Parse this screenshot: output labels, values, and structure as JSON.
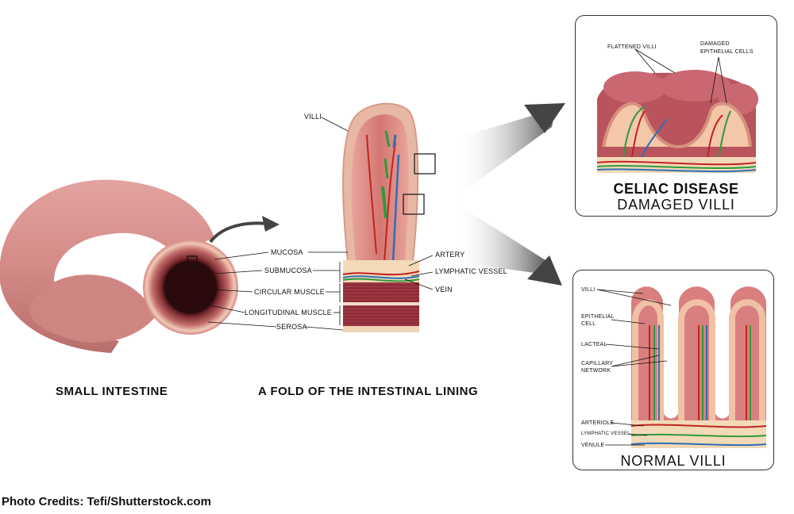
{
  "captions": {
    "small_intestine": "SMALL INTESTINE",
    "fold": "A FOLD OF THE INTESTINAL LINING"
  },
  "fold_labels": {
    "villi": "VILLI",
    "mucosa": "MUCOSA",
    "submucosa": "SUBMUCOSA",
    "circular_muscle": "CIRCULAR MUSCLE",
    "longitudinal_muscle": "LONGITUDINAL MUSCLE",
    "serosa": "SEROSA",
    "artery": "ARTERY",
    "lymphatic_vessel": "LYMPHATIC VESSEL",
    "vein": "VEIN"
  },
  "celiac_panel": {
    "title": "CELIAC DISEASE",
    "subtitle": "DAMAGED VILLI",
    "label_flattened": "FLATTENED VILLI",
    "label_damaged_1": "DAMAGED",
    "label_damaged_2": "EPITHELIAL CELLS"
  },
  "normal_panel": {
    "title": "NORMAL VILLI",
    "villi": "VILLI",
    "epithelial_1": "EPITHELIAL",
    "epithelial_2": "CELL",
    "lacteal": "LACTEAL",
    "capillary_1": "CAPILLARY",
    "capillary_2": "NETWORK",
    "arteriole": "ARTERIOLE",
    "lymphatic": "LYMPHATIC VESSEL",
    "venule": "VENULE"
  },
  "credit": "Photo Credits: Tefi/Shutterstock.com",
  "colors": {
    "tissue_pink": "#d98a88",
    "tissue_dark": "#b85a5c",
    "muscle": "#8c2b35",
    "artery_red": "#c0241f",
    "vein_blue": "#2f6fb5",
    "lymph_green": "#2e9a3a",
    "submucosa_tan": "#f3d9b8"
  }
}
